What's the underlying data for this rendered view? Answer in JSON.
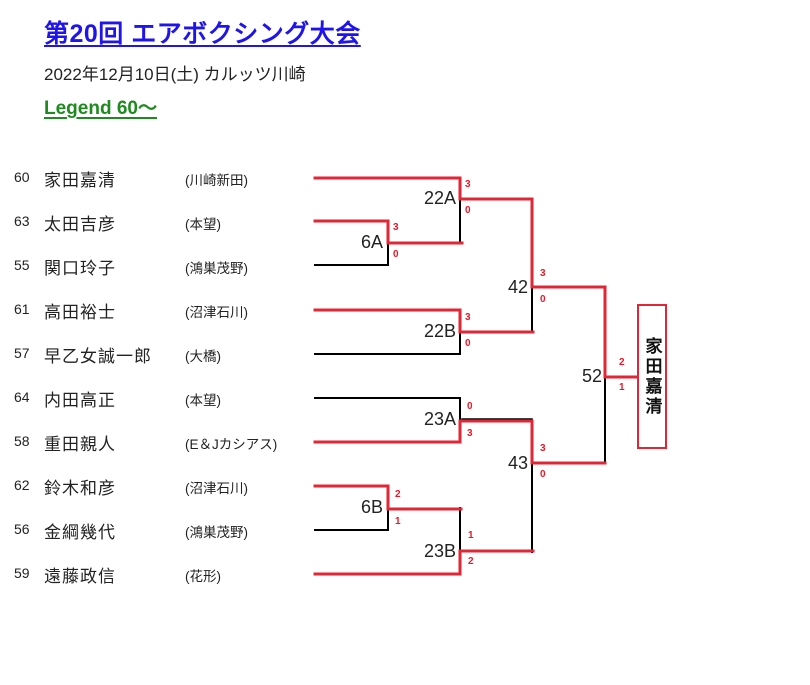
{
  "header": {
    "title": "第20回 エアボクシング大会",
    "subtitle": "2022年12月10日(土) カルッツ川崎",
    "category": "Legend 60～"
  },
  "colors": {
    "title": "#1f14ee",
    "category": "#1f8a1f",
    "winner_line": "#e32636",
    "loser_line": "#000000",
    "score": "#e8172a"
  },
  "entrants": [
    {
      "seed": "60",
      "name": "家田嘉清",
      "org": "(川崎新田)"
    },
    {
      "seed": "63",
      "name": "太田吉彦",
      "org": "(本望)"
    },
    {
      "seed": "55",
      "name": "関口玲子",
      "org": "(鴻巣茂野)"
    },
    {
      "seed": "61",
      "name": "高田裕士",
      "org": "(沼津石川)"
    },
    {
      "seed": "57",
      "name": "早乙女誠一郎",
      "org": "(大橋)"
    },
    {
      "seed": "64",
      "name": "内田高正",
      "org": "(本望)"
    },
    {
      "seed": "58",
      "name": "重田親人",
      "org": "(E＆Jカシアス)"
    },
    {
      "seed": "62",
      "name": "鈴木和彦",
      "org": "(沼津石川)"
    },
    {
      "seed": "56",
      "name": "金綱幾代",
      "org": "(鴻巣茂野)"
    },
    {
      "seed": "59",
      "name": "遠藤政信",
      "org": "(花形)"
    }
  ],
  "matches": [
    {
      "id": "6A",
      "label": "6A",
      "score_top": "3",
      "score_bottom": "0"
    },
    {
      "id": "22A",
      "label": "22A",
      "score_top": "3",
      "score_bottom": "0"
    },
    {
      "id": "22B",
      "label": "22B",
      "score_top": "3",
      "score_bottom": "0"
    },
    {
      "id": "23A",
      "label": "23A",
      "score_top": "0",
      "score_bottom": "3"
    },
    {
      "id": "6B",
      "label": "6B",
      "score_top": "2",
      "score_bottom": "1"
    },
    {
      "id": "23B",
      "label": "23B",
      "score_top": "1",
      "score_bottom": "2"
    },
    {
      "id": "42",
      "label": "42",
      "score_top": "3",
      "score_bottom": "0"
    },
    {
      "id": "43",
      "label": "43",
      "score_top": "3",
      "score_bottom": "0"
    },
    {
      "id": "52",
      "label": "52",
      "score_top": "2",
      "score_bottom": "1"
    }
  ],
  "winner": {
    "name": "家田嘉清"
  }
}
